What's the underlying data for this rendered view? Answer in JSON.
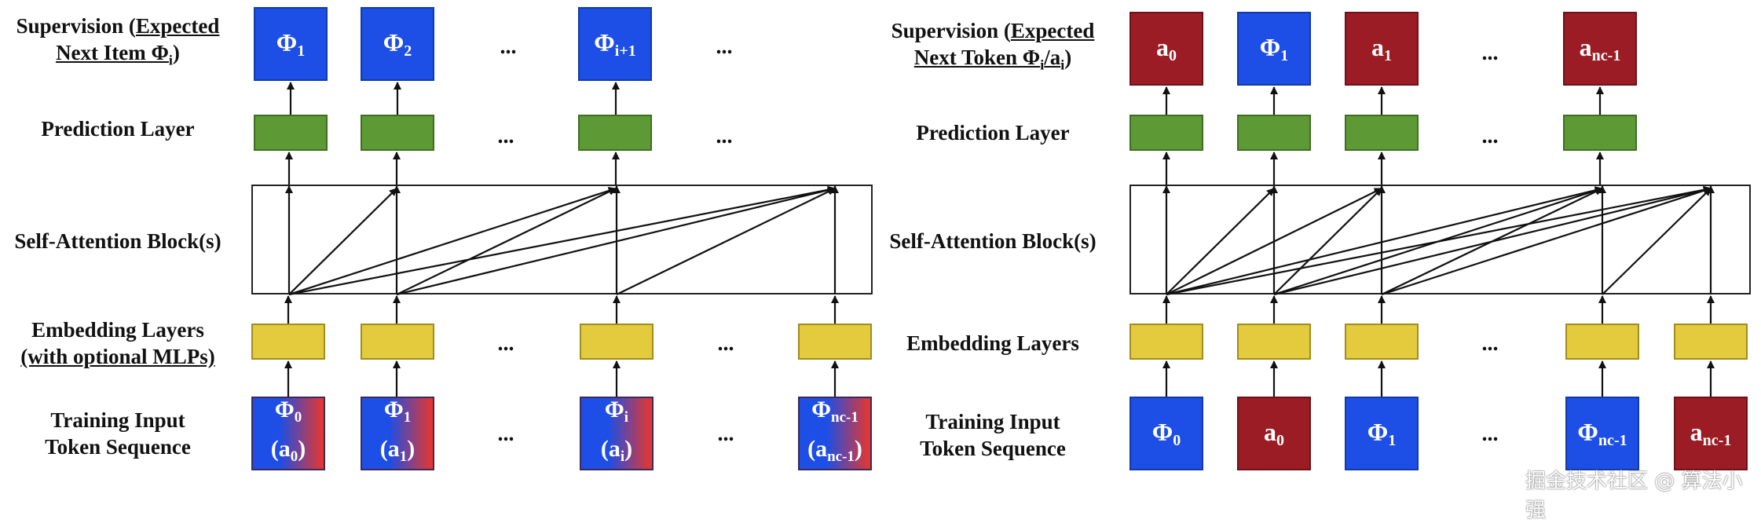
{
  "left": {
    "labels": {
      "supervision_prefix": "Supervision (",
      "supervision_link1": "Expected",
      "supervision_link2": "Next Item Φ",
      "supervision_link2_sub": "i",
      "supervision_suffix": ")",
      "prediction": "Prediction Layer",
      "attention": "Self-Attention Block(s)",
      "embedding_line1": "Embedding Layers",
      "embedding_line2": "(with optional MLPs)",
      "input_line1": "Training Input",
      "input_line2": "Token Sequence"
    },
    "targets": [
      {
        "base": "Φ",
        "sub": "1"
      },
      {
        "base": "Φ",
        "sub": "2"
      },
      {
        "base": "Φ",
        "sub": "i+1"
      }
    ],
    "inputs": [
      {
        "base": "Φ",
        "sub": "0",
        "abase": "(a",
        "asub": "0",
        "aend": ")"
      },
      {
        "base": "Φ",
        "sub": "1",
        "abase": "(a",
        "asub": "1",
        "aend": ")"
      },
      {
        "base": "Φ",
        "sub": "i",
        "abase": "(a",
        "asub": "i",
        "aend": ")"
      },
      {
        "base": "Φ",
        "sub": "nc-1",
        "abase": "(a",
        "asub": "nc-1",
        "aend": ")"
      }
    ],
    "ellipsis": "..."
  },
  "right": {
    "labels": {
      "supervision_prefix": "Supervision (",
      "supervision_link1": "Expected",
      "supervision_link2": "Next Token Φ",
      "supervision_link2_sub": "i",
      "supervision_link2_mid": "/a",
      "supervision_link2_sub2": "i",
      "supervision_suffix": ")",
      "prediction": "Prediction Layer",
      "attention": "Self-Attention Block(s)",
      "embedding": "Embedding Layers",
      "input_line1": "Training Input",
      "input_line2": "Token Sequence"
    },
    "targets": [
      {
        "base": "a",
        "sub": "0",
        "color": "red"
      },
      {
        "base": "Φ",
        "sub": "1",
        "color": "blue"
      },
      {
        "base": "a",
        "sub": "1",
        "color": "red"
      },
      {
        "base": "a",
        "sub": "nc-1",
        "color": "red"
      }
    ],
    "inputs": [
      {
        "base": "Φ",
        "sub": "0",
        "color": "blue"
      },
      {
        "base": "a",
        "sub": "0",
        "color": "red"
      },
      {
        "base": "Φ",
        "sub": "1",
        "color": "blue"
      },
      {
        "base": "Φ",
        "sub": "nc-1",
        "color": "blue"
      },
      {
        "base": "a",
        "sub": "nc-1",
        "color": "red"
      }
    ],
    "ellipsis": "..."
  },
  "watermark": "掘金技术社区 @ 算法小强",
  "colors": {
    "item_blue": "#1d4ee6",
    "action_red": "#9b1c24",
    "prediction_green": "#5d9a35",
    "embedding_yellow": "#e3cb3d"
  }
}
